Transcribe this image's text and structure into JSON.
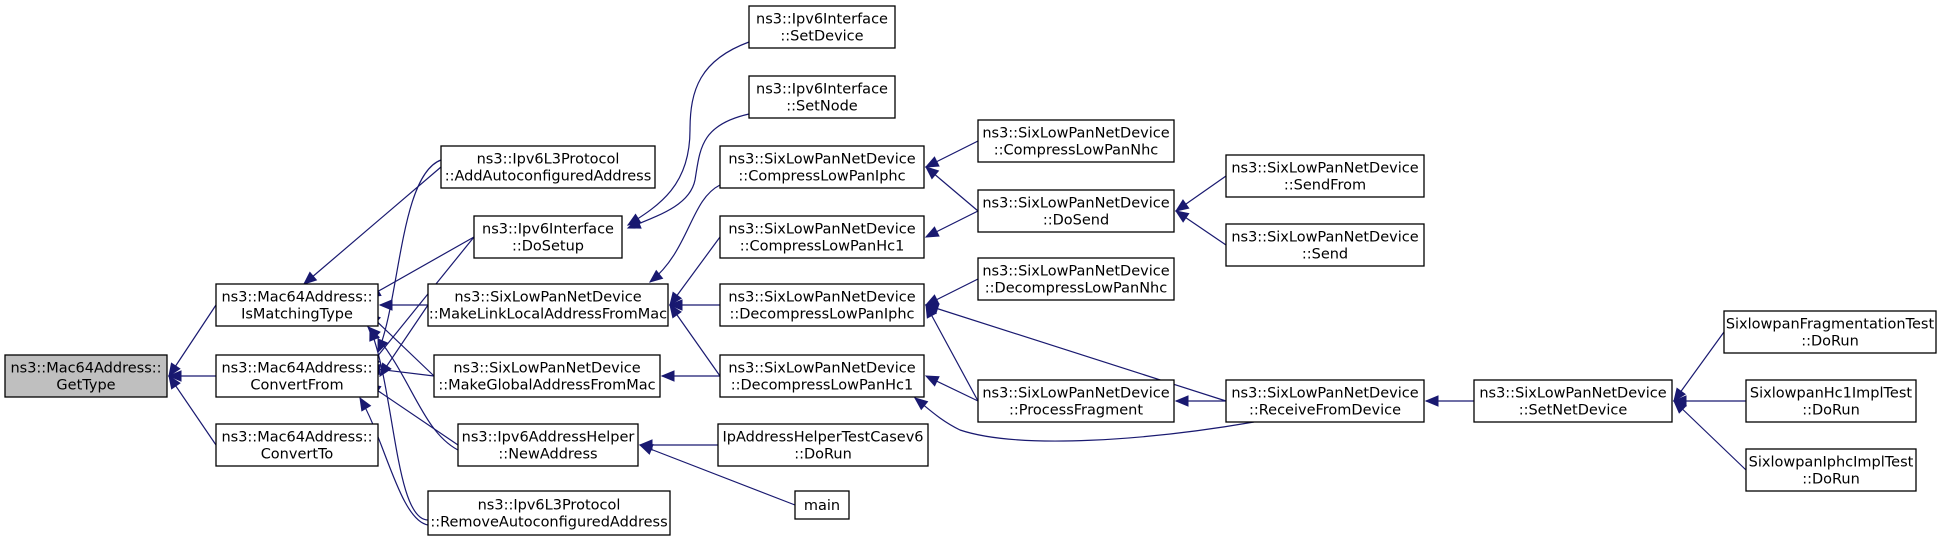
{
  "graph": {
    "colors": {
      "edge": "#191970",
      "root_fill": "#bfbfbf",
      "node_fill": "#ffffff",
      "node_stroke": "#000000"
    },
    "nodes": [
      {
        "id": "getType",
        "lines": [
          "ns3::Mac64Address::",
          "GetType"
        ],
        "root": true
      },
      {
        "id": "isMatching",
        "lines": [
          "ns3::Mac64Address::",
          "IsMatchingType"
        ]
      },
      {
        "id": "convertFrom",
        "lines": [
          "ns3::Mac64Address::",
          "ConvertFrom"
        ]
      },
      {
        "id": "convertTo",
        "lines": [
          "ns3::Mac64Address::",
          "ConvertTo"
        ]
      },
      {
        "id": "addAuto",
        "lines": [
          "ns3::Ipv6L3Protocol",
          "::AddAutoconfiguredAddress"
        ]
      },
      {
        "id": "doSetup",
        "lines": [
          "ns3::Ipv6Interface",
          "::DoSetup"
        ]
      },
      {
        "id": "makeLL",
        "lines": [
          "ns3::SixLowPanNetDevice",
          "::MakeLinkLocalAddressFromMac"
        ]
      },
      {
        "id": "makeGlobal",
        "lines": [
          "ns3::SixLowPanNetDevice",
          "::MakeGlobalAddressFromMac"
        ]
      },
      {
        "id": "newAddress",
        "lines": [
          "ns3::Ipv6AddressHelper",
          "::NewAddress"
        ]
      },
      {
        "id": "removeAuto",
        "lines": [
          "ns3::Ipv6L3Protocol",
          "::RemoveAutoconfiguredAddress"
        ]
      },
      {
        "id": "setDevice",
        "lines": [
          "ns3::Ipv6Interface",
          "::SetDevice"
        ]
      },
      {
        "id": "setNode",
        "lines": [
          "ns3::Ipv6Interface",
          "::SetNode"
        ]
      },
      {
        "id": "compIphc",
        "lines": [
          "ns3::SixLowPanNetDevice",
          "::CompressLowPanIphc"
        ]
      },
      {
        "id": "compHc1",
        "lines": [
          "ns3::SixLowPanNetDevice",
          "::CompressLowPanHc1"
        ]
      },
      {
        "id": "decIphc",
        "lines": [
          "ns3::SixLowPanNetDevice",
          "::DecompressLowPanIphc"
        ]
      },
      {
        "id": "decHc1",
        "lines": [
          "ns3::SixLowPanNetDevice",
          "::DecompressLowPanHc1"
        ]
      },
      {
        "id": "ipHelperTest",
        "lines": [
          "IpAddressHelperTestCasev6",
          "::DoRun"
        ]
      },
      {
        "id": "main",
        "lines": [
          "main"
        ]
      },
      {
        "id": "compNhc",
        "lines": [
          "ns3::SixLowPanNetDevice",
          "::CompressLowPanNhc"
        ]
      },
      {
        "id": "doSend",
        "lines": [
          "ns3::SixLowPanNetDevice",
          "::DoSend"
        ]
      },
      {
        "id": "decNhc",
        "lines": [
          "ns3::SixLowPanNetDevice",
          "::DecompressLowPanNhc"
        ]
      },
      {
        "id": "procFrag",
        "lines": [
          "ns3::SixLowPanNetDevice",
          "::ProcessFragment"
        ]
      },
      {
        "id": "sendFrom",
        "lines": [
          "ns3::SixLowPanNetDevice",
          "::SendFrom"
        ]
      },
      {
        "id": "send",
        "lines": [
          "ns3::SixLowPanNetDevice",
          "::Send"
        ]
      },
      {
        "id": "recvFromDev",
        "lines": [
          "ns3::SixLowPanNetDevice",
          "::ReceiveFromDevice"
        ]
      },
      {
        "id": "setNetDevice",
        "lines": [
          "ns3::SixLowPanNetDevice",
          "::SetNetDevice"
        ]
      },
      {
        "id": "fragTest",
        "lines": [
          "SixlowpanFragmentationTest",
          "::DoRun"
        ]
      },
      {
        "id": "hc1Test",
        "lines": [
          "SixlowpanHc1ImplTest",
          "::DoRun"
        ]
      },
      {
        "id": "iphcTest",
        "lines": [
          "SixlowpanIphcImplTest",
          "::DoRun"
        ]
      }
    ],
    "edges": [
      [
        "isMatching",
        "getType"
      ],
      [
        "convertFrom",
        "getType"
      ],
      [
        "convertTo",
        "getType"
      ],
      [
        "addAuto",
        "isMatching"
      ],
      [
        "doSetup",
        "isMatching"
      ],
      [
        "makeLL",
        "isMatching"
      ],
      [
        "makeGlobal",
        "isMatching"
      ],
      [
        "newAddress",
        "isMatching"
      ],
      [
        "removeAuto",
        "isMatching"
      ],
      [
        "addAuto",
        "convertFrom"
      ],
      [
        "doSetup",
        "convertFrom"
      ],
      [
        "makeLL",
        "convertFrom"
      ],
      [
        "makeGlobal",
        "convertFrom"
      ],
      [
        "newAddress",
        "convertFrom"
      ],
      [
        "removeAuto",
        "convertFrom"
      ],
      [
        "setDevice",
        "doSetup"
      ],
      [
        "setNode",
        "doSetup"
      ],
      [
        "compIphc",
        "makeLL"
      ],
      [
        "compHc1",
        "makeLL"
      ],
      [
        "decIphc",
        "makeLL"
      ],
      [
        "decHc1",
        "makeLL"
      ],
      [
        "decHc1",
        "makeGlobal"
      ],
      [
        "ipHelperTest",
        "newAddress"
      ],
      [
        "main",
        "newAddress"
      ],
      [
        "compNhc",
        "compIphc"
      ],
      [
        "doSend",
        "compIphc"
      ],
      [
        "doSend",
        "compHc1"
      ],
      [
        "decNhc",
        "decIphc"
      ],
      [
        "procFrag",
        "decIphc"
      ],
      [
        "recvFromDev",
        "decIphc"
      ],
      [
        "procFrag",
        "decHc1"
      ],
      [
        "recvFromDev",
        "decHc1"
      ],
      [
        "sendFrom",
        "doSend"
      ],
      [
        "send",
        "doSend"
      ],
      [
        "recvFromDev",
        "procFrag"
      ],
      [
        "setNetDevice",
        "recvFromDev"
      ],
      [
        "fragTest",
        "setNetDevice"
      ],
      [
        "hc1Test",
        "setNetDevice"
      ],
      [
        "iphcTest",
        "setNetDevice"
      ]
    ]
  }
}
